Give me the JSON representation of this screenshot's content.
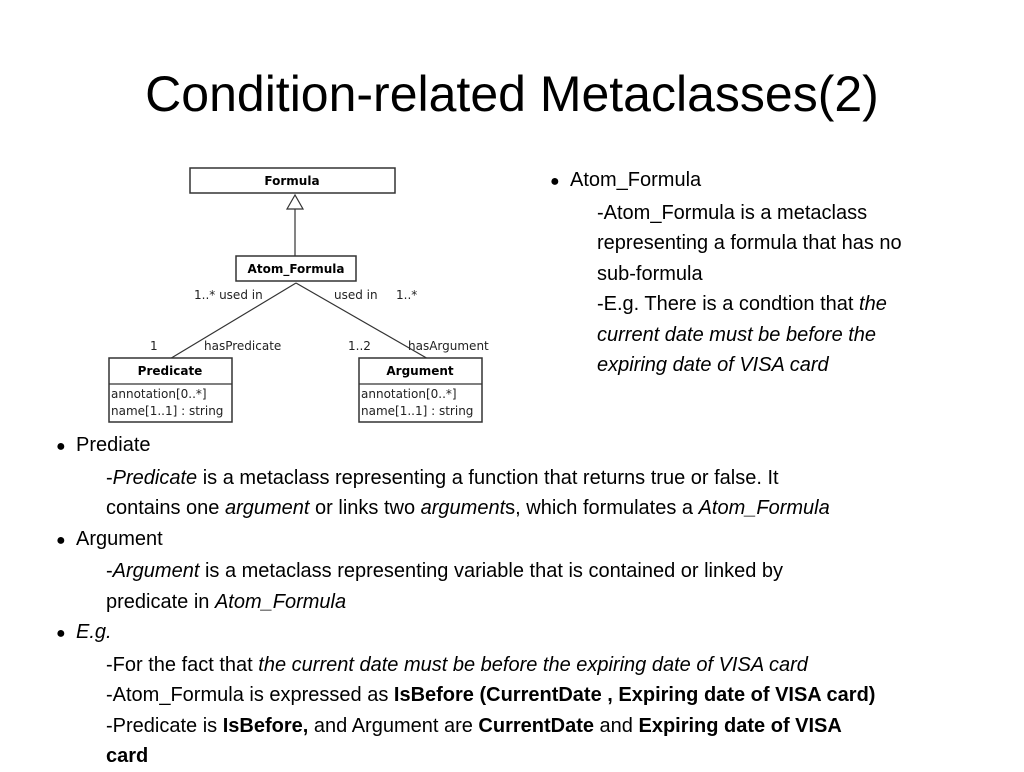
{
  "slide": {
    "title": "Condition-related Metaclasses(2)"
  },
  "diagram": {
    "formula": "Formula",
    "atom_formula": "Atom_Formula",
    "predicate": "Predicate",
    "argument": "Argument",
    "mult_left_top": "1..* used in",
    "mult_right_used": "used in",
    "mult_right_top": "1..*",
    "mult_left_bottom": "1",
    "has_predicate": "hasPredicate",
    "mult_right_bottom": "1..2",
    "has_argument": "hasArgument",
    "pred_attr1": "annotation[0..*]",
    "pred_attr2": "name[1..1] : string",
    "arg_attr1": "annotation[0..*]",
    "arg_attr2": "name[1..1] : string"
  },
  "right": {
    "bullet": "●",
    "heading": "Atom_Formula",
    "line1": "-Atom_Formula is a metaclass",
    "line2": "representing a formula that has no",
    "line3": "sub-formula",
    "line4_plain": "-E.g. There is a condtion that ",
    "line4_italic": "the",
    "line5": "current date must be before the",
    "line6": "expiring date of VISA card"
  },
  "predicate_section": {
    "bullet": "●",
    "heading": "Prediate",
    "dash": "-",
    "term": "Predicate",
    "text1": " is a metaclass representing a function that returns true or false. It",
    "text2a": "contains one ",
    "arg1": "argument",
    "text2b": " or links two ",
    "arg2": "argument",
    "text2c": "s, which formulates a ",
    "atom": "Atom_Formula"
  },
  "argument_section": {
    "bullet": "●",
    "heading": "Argument",
    "dash": "-",
    "term": "Argument",
    "text1": " is a metaclass representing variable that is contained or linked by",
    "text2a": "predicate in ",
    "atom": "Atom_Formula"
  },
  "example_section": {
    "bullet": "●",
    "heading": "E.g.",
    "l1a": "-For the fact that ",
    "l1b": "the current date must be before the expiring date of VISA card",
    "l2a": "-Atom_Formula is expressed as ",
    "l2b": "IsBefore (CurrentDate , Expiring date of VISA card)",
    "l3a": "-Predicate is ",
    "l3b": "IsBefore,",
    "l3c": " and Argument are ",
    "l3d": "CurrentDate",
    "l3e": " and ",
    "l3f": "Expiring date of VISA",
    "l4": "card"
  }
}
